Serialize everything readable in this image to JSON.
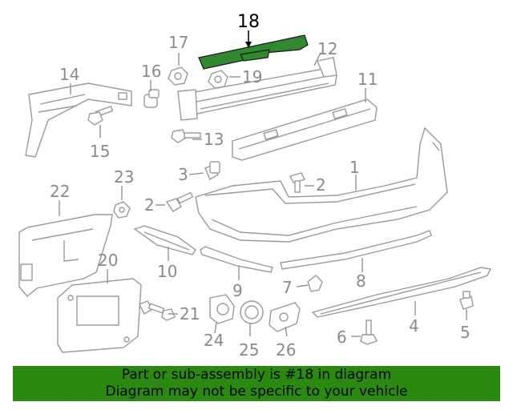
{
  "diagram": {
    "highlighted_part": "18",
    "highlight_color": "#2f8a2f",
    "labels": {
      "p1": "1",
      "p2a": "2",
      "p2b": "2",
      "p3": "3",
      "p4": "4",
      "p5": "5",
      "p6": "6",
      "p7": "7",
      "p8": "8",
      "p9": "9",
      "p10": "10",
      "p11": "11",
      "p12": "12",
      "p13": "13",
      "p14": "14",
      "p15": "15",
      "p16": "16",
      "p17": "17",
      "p18": "18",
      "p19": "19",
      "p20": "20",
      "p21": "21",
      "p22": "22",
      "p23": "23",
      "p24": "24",
      "p25": "25",
      "p26": "26"
    }
  },
  "banner": {
    "background": "#2a8a10",
    "line1": "Part or sub-assembly is #18 in diagram",
    "line2": "Diagram may not be specific to your vehicle"
  }
}
